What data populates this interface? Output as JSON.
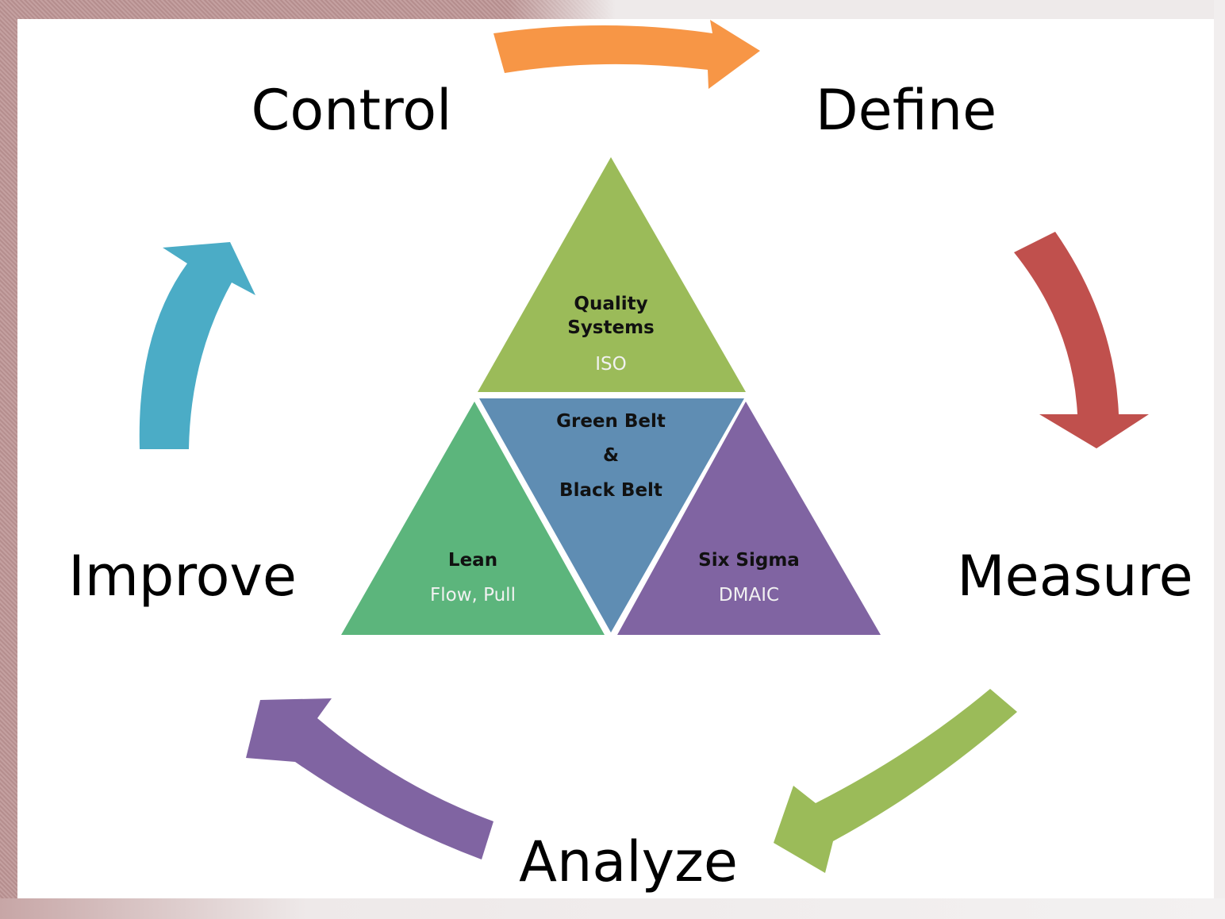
{
  "stages": {
    "control": "Control",
    "define": "Define",
    "measure": "Measure",
    "analyze": "Analyze",
    "improve": "Improve"
  },
  "triangles": {
    "top": {
      "title_line1": "Quality",
      "title_line2": "Systems",
      "subtitle": "ISO",
      "color": "#9bbb59"
    },
    "center": {
      "line1": "Green Belt",
      "line2": "&",
      "line3": "Black Belt",
      "color": "#5f8db3"
    },
    "left": {
      "title": "Lean",
      "subtitle": "Flow, Pull",
      "color": "#5cb57c"
    },
    "right": {
      "title": "Six Sigma",
      "subtitle": "DMAIC",
      "color": "#8064a2"
    }
  },
  "arrow_colors": {
    "control_to_define": "#f79646",
    "define_to_measure": "#c0504d",
    "measure_to_analyze": "#9bbb59",
    "analyze_to_improve": "#8064a2",
    "improve_to_control": "#4bacc6"
  }
}
